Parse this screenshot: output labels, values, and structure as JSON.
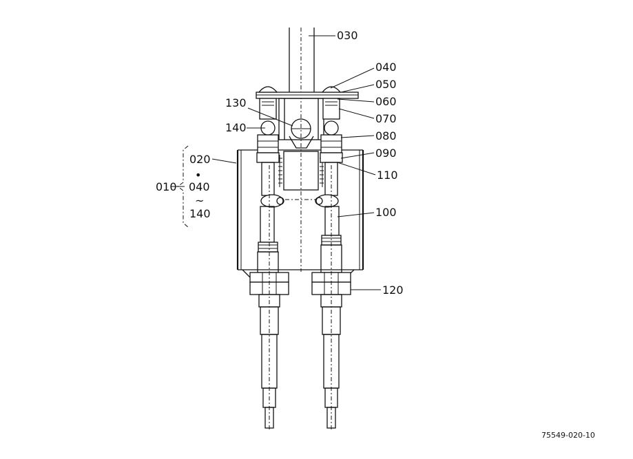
{
  "callouts": {
    "c030": "030",
    "c040": "040",
    "c050": "050",
    "c060": "060",
    "c070": "070",
    "c080": "080",
    "c090": "090",
    "c110": "110",
    "c100": "100",
    "c120": "120",
    "c130": "130",
    "c140": "140",
    "c020": "020"
  },
  "assembly": {
    "parent": "010",
    "range_start": "020",
    "bullet": "•",
    "range_mid": "040",
    "tilde": "~",
    "range_end": "140"
  },
  "figure_number": "75549-020-10"
}
